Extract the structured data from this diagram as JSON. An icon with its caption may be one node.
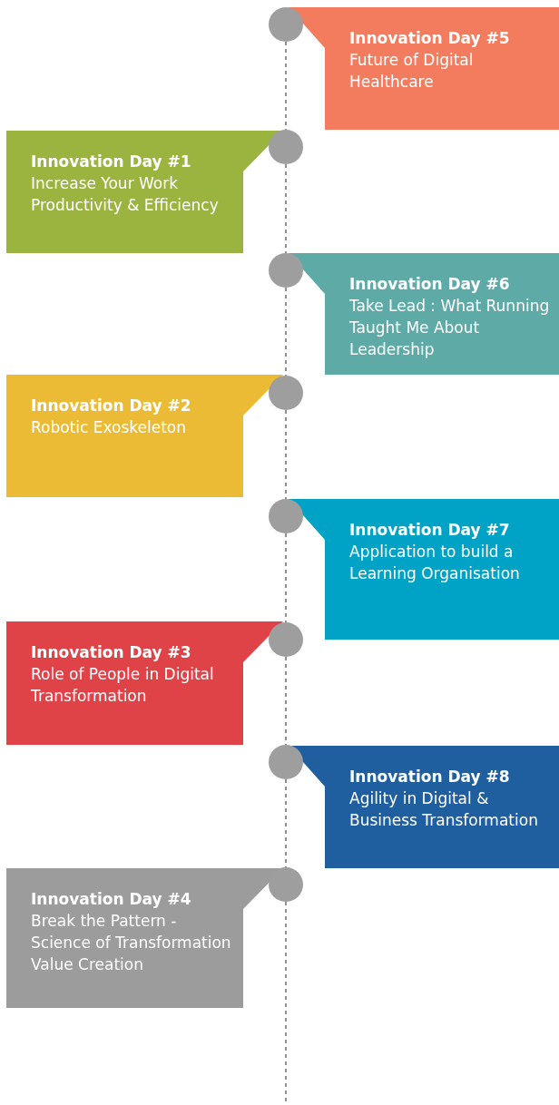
{
  "diagram": {
    "nodes": [
      {
        "text": [],
        "shape": "circle"
      },
      {
        "text": [
          "Innovation Day #5",
          "Future of Digital Healthcare"
        ]
      },
      {
        "text": [],
        "shape": "circle"
      },
      {
        "text": [
          "Innovation Day #1",
          "Increase Your Work Productivity & Efficiency"
        ]
      },
      {
        "text": [],
        "shape": "circle"
      },
      {
        "text": [
          "Innovation Day #6",
          "Take Lead : What Running Taught Me About Leadership"
        ]
      },
      {
        "text": [],
        "shape": "circle"
      },
      {
        "text": [
          "Innovation Day #2",
          "Robotic Exoskeleton"
        ]
      },
      {
        "text": [],
        "shape": "circle"
      },
      {
        "text": [
          "Innovation Day #7",
          "Application to build a Learning Organisation"
        ]
      },
      {
        "text": [],
        "shape": "circle"
      },
      {
        "text": [
          "Innovation Day #3",
          "Role of People in Digital Transformation"
        ]
      },
      {
        "text": [],
        "shape": "circle"
      },
      {
        "text": [
          "Innovation Day #8",
          "Agility in Digital & Business Transformation"
        ]
      },
      {
        "text": [],
        "shape": "circle"
      },
      {
        "text": [
          "Innovation Day #4",
          "Break the Pattern - Science of Transformation Value Creation"
        ]
      }
    ],
    "edges": [
      {
        "from": 0,
        "to": 2,
        "arrow": "none",
        "style": "dashed"
      },
      {
        "from": 2,
        "to": 4,
        "arrow": "none",
        "style": "dashed"
      },
      {
        "from": 4,
        "to": 6,
        "arrow": "none",
        "style": "dashed"
      },
      {
        "from": 6,
        "to": 8,
        "arrow": "none",
        "style": "dashed"
      },
      {
        "from": 8,
        "to": 10,
        "arrow": "none",
        "style": "dashed"
      },
      {
        "from": 10,
        "to": 12,
        "arrow": "none",
        "style": "dashed"
      },
      {
        "from": 12,
        "to": 14,
        "arrow": "none",
        "style": "dashed"
      },
      {
        "from": 14,
        "to": null,
        "arrow": "none",
        "style": "dashed"
      }
    ]
  }
}
